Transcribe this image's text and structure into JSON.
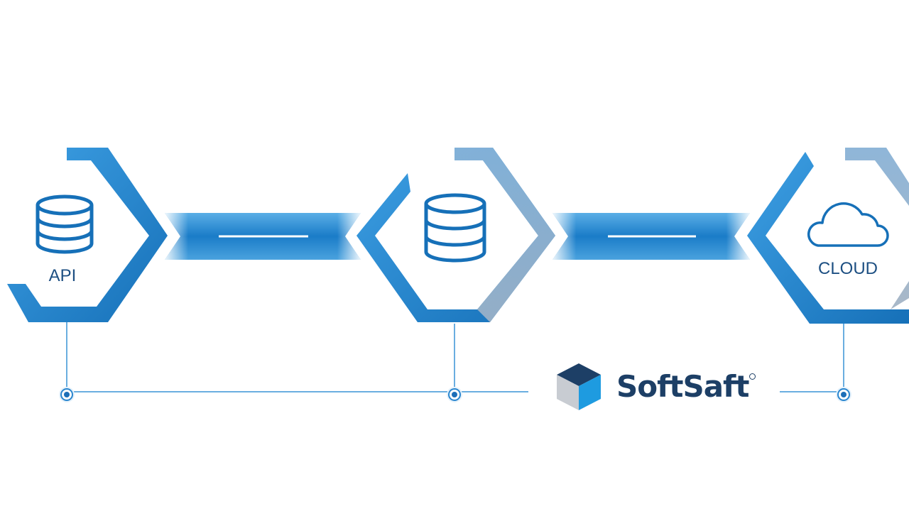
{
  "nodes": [
    {
      "id": "api",
      "label": "API",
      "icon": "database-icon"
    },
    {
      "id": "db",
      "label": "",
      "icon": "database-icon"
    },
    {
      "id": "cloud",
      "label": "CLOUD",
      "icon": "cloud-icon"
    }
  ],
  "brand": {
    "name": "SoftSaft",
    "logo": "cube-logo"
  },
  "colors": {
    "primary": "#1e88d0",
    "dark": "#15609e",
    "light": "#8fc1e6",
    "grey": "#9fb3c8",
    "brand_text": "#1d3f66",
    "logo_top": "#1d3f66",
    "logo_left": "#c8ccd2",
    "logo_right": "#1e9be0"
  }
}
